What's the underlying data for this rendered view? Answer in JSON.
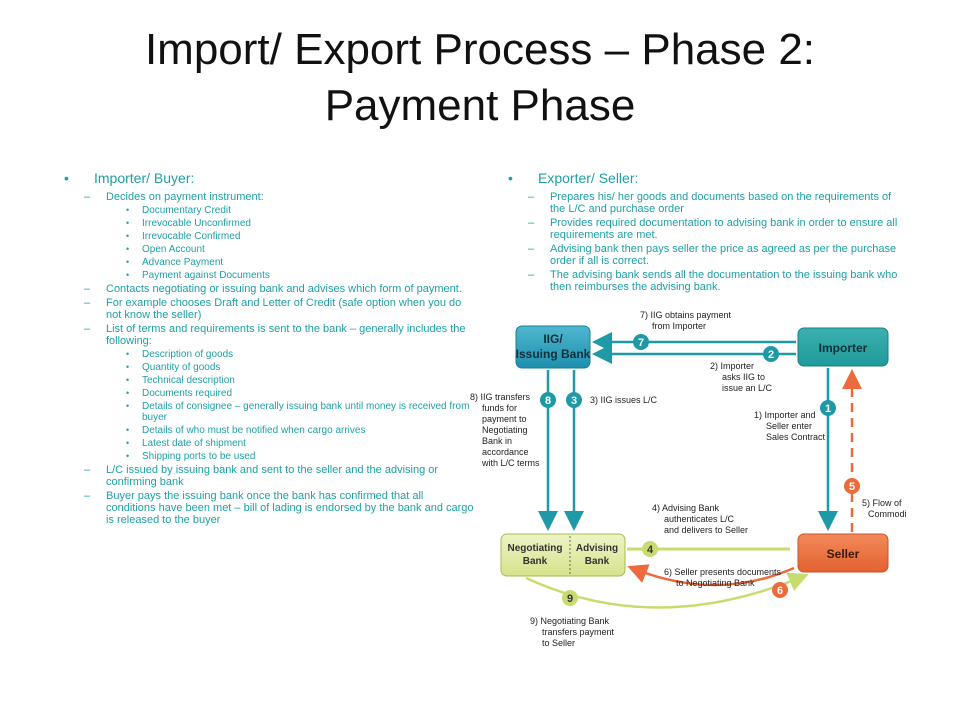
{
  "title_line1": "Import/ Export Process – Phase 2:",
  "title_line2": "Payment Phase",
  "importer": {
    "heading": "Importer/ Buyer:",
    "decides": "Decides on payment instrument:",
    "instruments": [
      "Documentary Credit",
      "Irrevocable Unconfirmed",
      "Irrevocable Confirmed",
      "Open Account",
      "Advance Payment",
      "Payment against Documents"
    ],
    "contacts": "Contacts negotiating or issuing bank and advises which form of payment.",
    "example": "For example chooses Draft and Letter of Credit (safe option when you do not know the seller)",
    "terms": "List of terms and requirements is sent to the bank – generally includes the following:",
    "term_items": [
      "Description of goods",
      "Quantity of goods",
      "Technical description",
      "Documents required",
      "Details of consignee – generally issuing bank until money is received from buyer",
      "Details of who must be notified when cargo arrives",
      "Latest date of shipment",
      "Shipping ports to be used"
    ],
    "lc_issued": "L/C issued by issuing bank and sent to the seller and the advising or confirming bank",
    "buyer_pays": "Buyer pays the issuing bank once the bank has confirmed that all conditions have been met – bill of lading is endorsed by the bank and cargo is released to the buyer"
  },
  "exporter": {
    "heading": "Exporter/ Seller:",
    "items": [
      "Prepares his/ her goods and documents based on the requirements of the L/C and purchase order",
      "Provides required documentation to advising bank in order to ensure all requirements are met.",
      "Advising bank then pays seller the price as agreed as per the purchase order if all is correct.",
      "The advising bank sends all the documentation to the issuing bank who then reimburses the advising bank."
    ]
  },
  "diagram": {
    "boxes": {
      "iig_line1": "IIG/",
      "iig_line2": "Issuing Bank",
      "importer": "Importer",
      "seller": "Seller",
      "negotiating_line1": "Negotiating",
      "negotiating_line2": "Bank",
      "advising_line1": "Advising",
      "advising_line2": "Bank"
    },
    "step_numbers": [
      "1",
      "2",
      "3",
      "4",
      "5",
      "6",
      "7",
      "8",
      "9"
    ],
    "step7": [
      "7) IIG obtains payment",
      "from Importer"
    ],
    "step2": [
      "2) Importer",
      "asks IIG to",
      "issue an L/C"
    ],
    "step1": [
      "1) Importer and",
      "Seller enter",
      "Sales Contract"
    ],
    "step8": [
      "8) IIG transfers",
      "funds for",
      "payment to",
      "Negotiating",
      "Bank in",
      "accordance",
      "with L/C terms"
    ],
    "step3": "3) IIG issues L/C",
    "step5": [
      "5) Flow of",
      "Commodity"
    ],
    "step4": [
      "4) Advising Bank",
      "authenticates L/C",
      "and delivers to Seller"
    ],
    "step6": [
      "6) Seller presents documents",
      "to Negotiating Bank"
    ],
    "step9": [
      "9) Negotiating Bank",
      "transfers payment",
      "to Seller"
    ],
    "colors": {
      "teal": "#1e9aa6",
      "orange": "#ec6a3c",
      "green": "#c8db6e",
      "box_teal": "#2a9fba",
      "box_green": "#dfe9a2"
    }
  }
}
